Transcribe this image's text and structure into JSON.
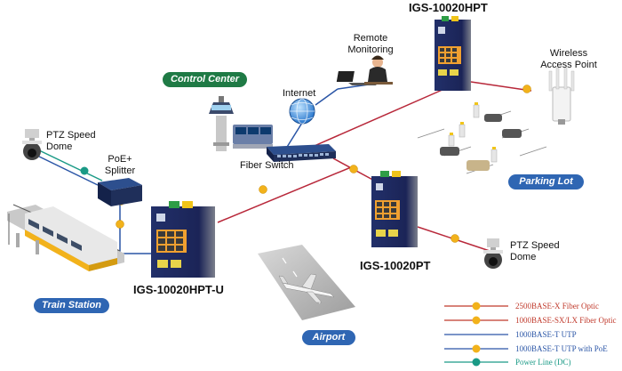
{
  "devices": {
    "hpt": "IGS-10020HPT",
    "pt": "IGS-10020PT",
    "hpt_u": "IGS-10020HPT-U"
  },
  "labels": {
    "remote_monitoring": [
      "Remote",
      "Monitoring"
    ],
    "wireless_ap": [
      "Wireless",
      "Access Point"
    ],
    "internet": "Internet",
    "fiber_switch": "Fiber Switch",
    "ptz_dome_left": [
      "PTZ Speed",
      "Dome"
    ],
    "poe_splitter": [
      "PoE+",
      "Splitter"
    ],
    "ptz_dome_right": [
      "PTZ Speed",
      "Dome"
    ]
  },
  "areas": {
    "control_center": "Control Center",
    "parking_lot": "Parking Lot",
    "train_station": "Train Station",
    "airport": "Airport"
  },
  "legend": [
    {
      "text": "2500BASE-X Fiber Optic",
      "color": "#c0392b",
      "badge": true
    },
    {
      "text": "1000BASE-SX/LX Fiber Optic",
      "color": "#c0392b",
      "badge": true
    },
    {
      "text": "1000BASE-T UTP",
      "color": "#2a55a6",
      "badge": false
    },
    {
      "text": "1000BASE-T UTP with PoE",
      "color": "#2a55a6",
      "badge": true
    },
    {
      "text": "Power Line (DC)",
      "color": "#1a9a86",
      "badge": true
    }
  ],
  "colors": {
    "fiber": "#b8283a",
    "utp": "#2a55a6",
    "dc": "#1a9a86",
    "badge": "#f2b21b",
    "area_green": "#1f7a45",
    "area_blue": "#2f66b3"
  }
}
